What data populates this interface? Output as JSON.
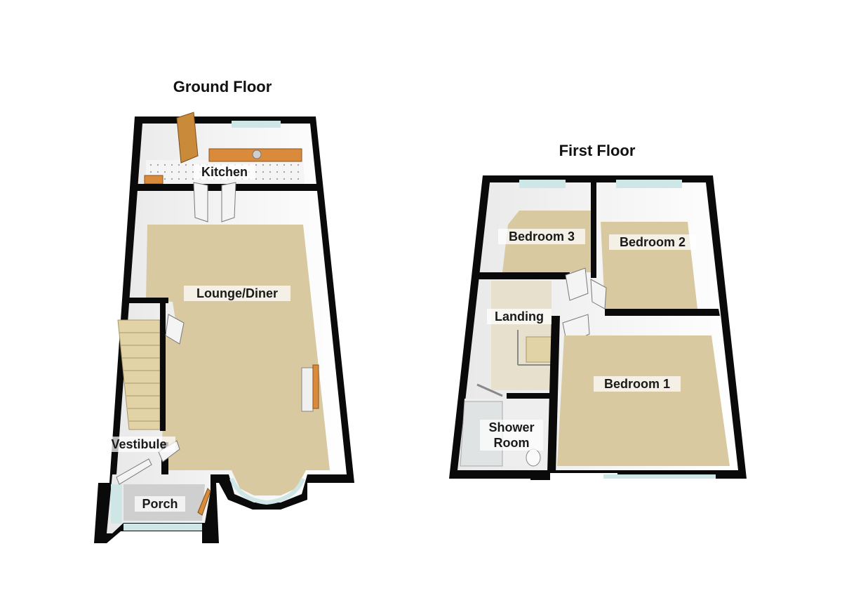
{
  "floors": {
    "ground": {
      "title": "Ground Floor",
      "rooms": {
        "kitchen": "Kitchen",
        "lounge": "Lounge/Diner",
        "vestibule": "Vestibule",
        "porch": "Porch"
      }
    },
    "first": {
      "title": "First Floor",
      "rooms": {
        "bedroom3": "Bedroom 3",
        "bedroom2": "Bedroom 2",
        "landing": "Landing",
        "bedroom1": "Bedroom 1",
        "shower_line1": "Shower",
        "shower_line2": "Room"
      }
    }
  },
  "colors": {
    "wall": "#0a0a0a",
    "carpet": "#d8c9a0",
    "tile": "#f3f3f3",
    "worktop": "#d98a3a",
    "window": "#cfe6e6"
  }
}
